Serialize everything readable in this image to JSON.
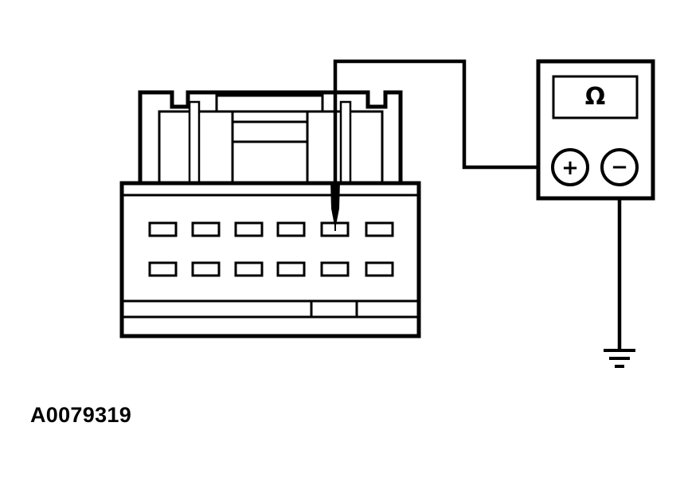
{
  "figure_id": "A0079319",
  "meter": {
    "display_symbol": "Ω",
    "positive_label": "+",
    "negative_label": "−"
  },
  "connector": {
    "cavity_rows": 2,
    "cavities_per_row": 6,
    "probed_cavity": {
      "row": 1,
      "column": 5
    }
  },
  "colors": {
    "line": "#000000",
    "background": "#ffffff"
  }
}
